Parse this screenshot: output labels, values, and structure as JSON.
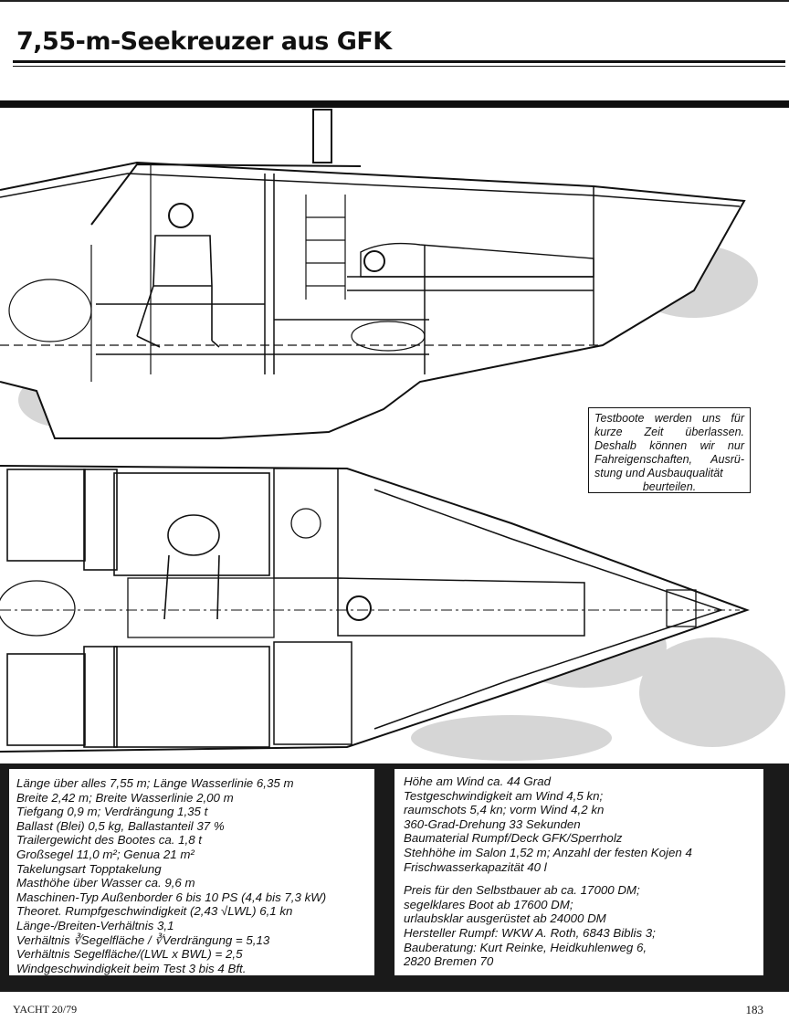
{
  "header": {
    "title": "7,55-m-Seekreuzer aus GFK"
  },
  "note": {
    "lines": [
      "Testboote werden uns für",
      "kurze Zeit überlassen.",
      "Deshalb können wir nur",
      "Fahreigenschaften, Ausrü-",
      "stung und Ausbauqualität",
      "beurteilen."
    ]
  },
  "specs_left": [
    "Länge über alles 7,55 m; Länge Wasserlinie 6,35 m",
    "Breite 2,42 m; Breite Wasserlinie 2,00 m",
    "Tiefgang 0,9 m; Verdrängung 1,35 t",
    "Ballast (Blei) 0,5 kg, Ballastanteil 37 %",
    "Trailergewicht des Bootes ca. 1,8 t",
    "Großsegel 11,0 m²; Genua 21 m²",
    "Takelungsart Topptakelung",
    "Masthöhe über Wasser ca. 9,6 m",
    "Maschinen-Typ Außenborder 6 bis 10 PS (4,4 bis 7,3 kW)",
    "Theoret. Rumpfgeschwindigkeit (2,43 √LWL) 6,1 kn",
    "Länge-/Breiten-Verhältnis 3,1",
    "Verhältnis ∛Segelfläche / ∛Verdrängung = 5,13",
    "Verhältnis Segelfläche/(LWL x BWL) = 2,5",
    "Windgeschwindigkeit beim Test 3 bis 4 Bft."
  ],
  "specs_right_a": [
    "Höhe am Wind ca. 44 Grad",
    "Testgeschwindigkeit am Wind 4,5 kn;",
    "raumschots 5,4 kn; vorm Wind 4,2 kn",
    "360-Grad-Drehung 33 Sekunden",
    "Baumaterial Rumpf/Deck GFK/Sperrholz",
    "Stehhöhe im Salon 1,52 m; Anzahl der festen Kojen 4",
    "Frischwasserkapazität 40 l"
  ],
  "specs_right_b": [
    "Preis für den Selbstbauer ab ca. 17000 DM;",
    "segelklares Boot ab 17600 DM;",
    "urlaubsklar ausgerüstet ab 24000 DM",
    "Hersteller Rumpf: WKW A. Roth, 6843 Biblis 3;",
    "Bauberatung: Kurt Reinke, Heidkuhlenweg 6,",
    "2820 Bremen 70"
  ],
  "footer": {
    "left": "YACHT 20/79",
    "right": "183"
  }
}
